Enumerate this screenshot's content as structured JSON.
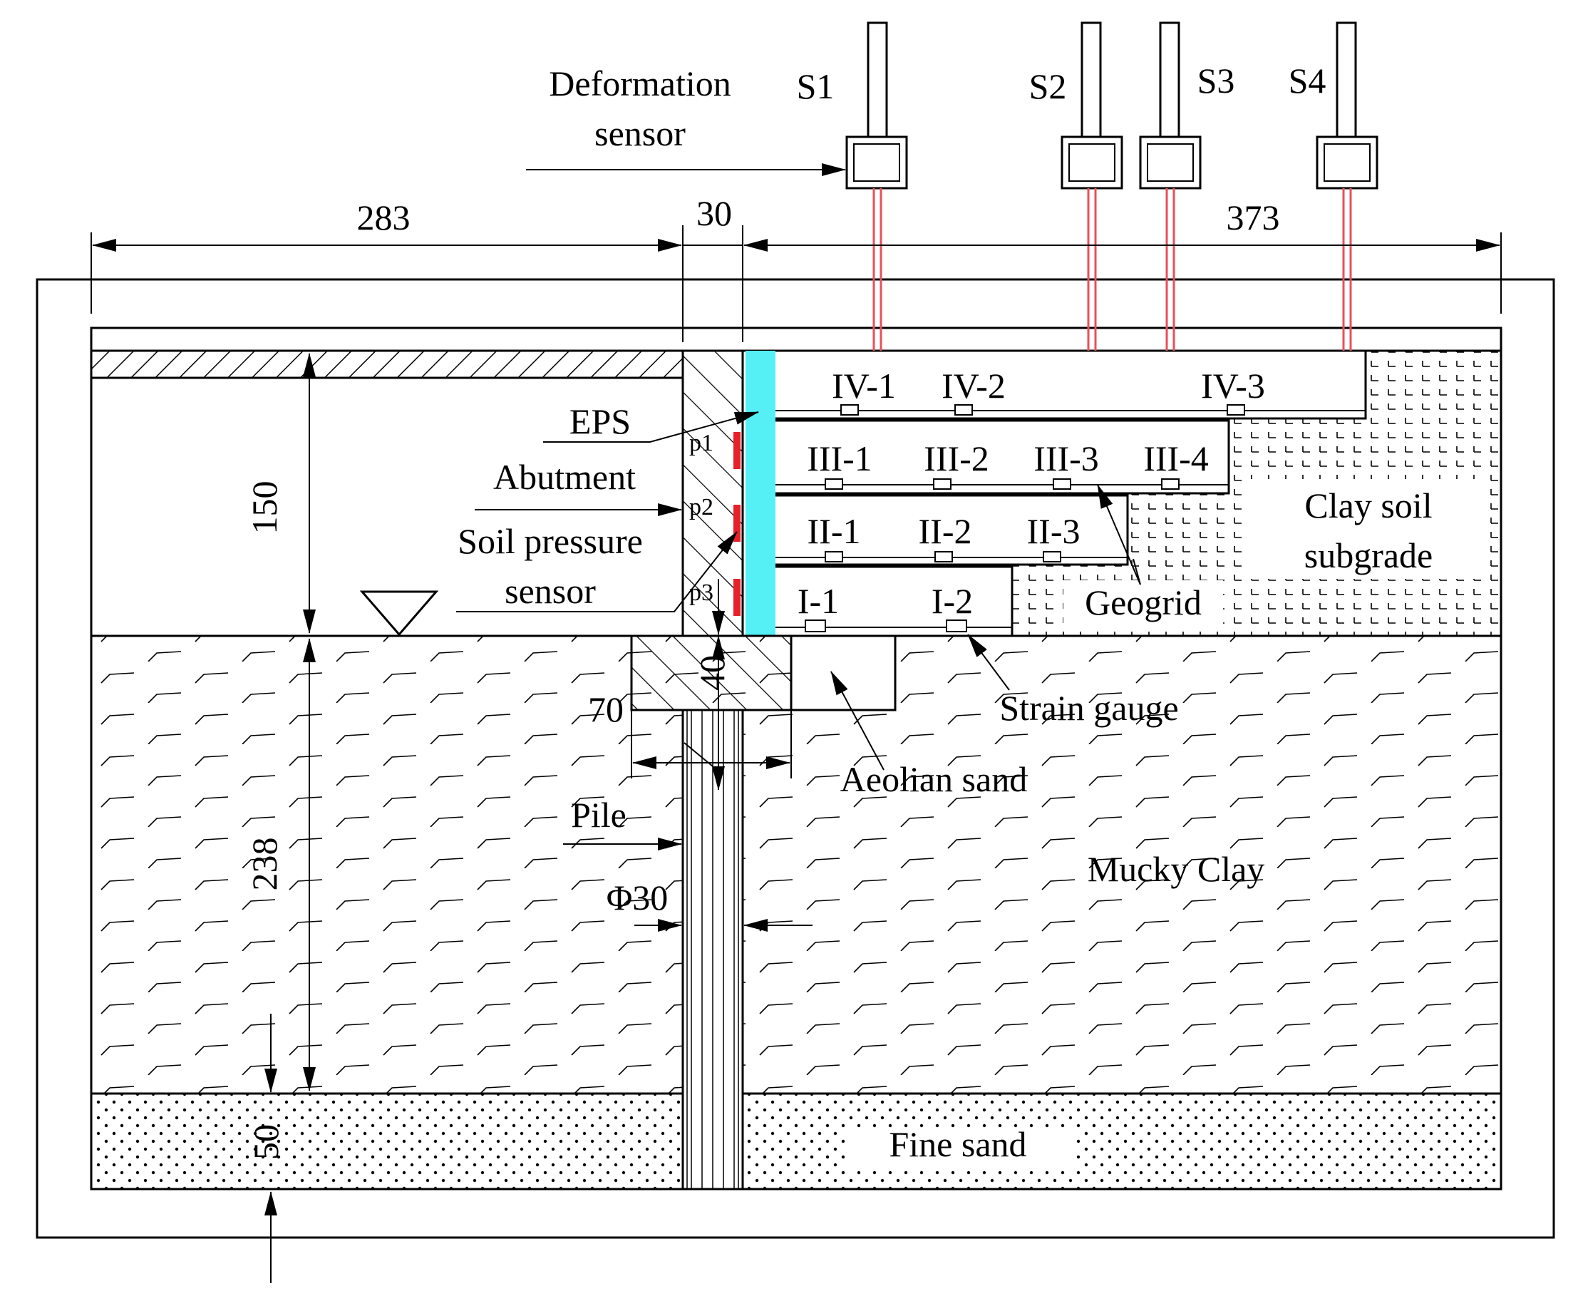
{
  "labels": {
    "deformation_sensor_line1": "Deformation",
    "deformation_sensor_line2": "sensor",
    "eps": "EPS",
    "abutment": "Abutment",
    "soil_pressure_line1": "Soil pressure",
    "soil_pressure_line2": "sensor",
    "clay_line1": "Clay soil",
    "clay_line2": "subgrade",
    "geogrid": "Geogrid",
    "strain_gauge": "Strain gauge",
    "aeolian_sand": "Aeolian sand",
    "pile": "Pile",
    "pile_diameter": "Φ30",
    "mucky_clay": "Mucky Clay",
    "fine_sand": "Fine sand"
  },
  "sensors": [
    "S1",
    "S2",
    "S3",
    "S4"
  ],
  "pressure_cells": [
    "p1",
    "p2",
    "p3"
  ],
  "dimensions": {
    "top_left": "283",
    "top_mid": "30",
    "top_right": "373",
    "height_upper": "150",
    "height_lower": "238",
    "height_sand": "50",
    "cap_height": "40",
    "cap_width": "70"
  },
  "gauges": {
    "layer4": [
      "IV-1",
      "IV-2",
      "IV-3"
    ],
    "layer3": [
      "III-1",
      "III-2",
      "III-3",
      "III-4"
    ],
    "layer2": [
      "II-1",
      "II-2",
      "II-3"
    ],
    "layer1": [
      "I-1",
      "I-2"
    ]
  },
  "colors": {
    "eps": "#55f0f5",
    "pressure_sensor": "#e8202a",
    "sensor_wire": "#e8505a"
  }
}
